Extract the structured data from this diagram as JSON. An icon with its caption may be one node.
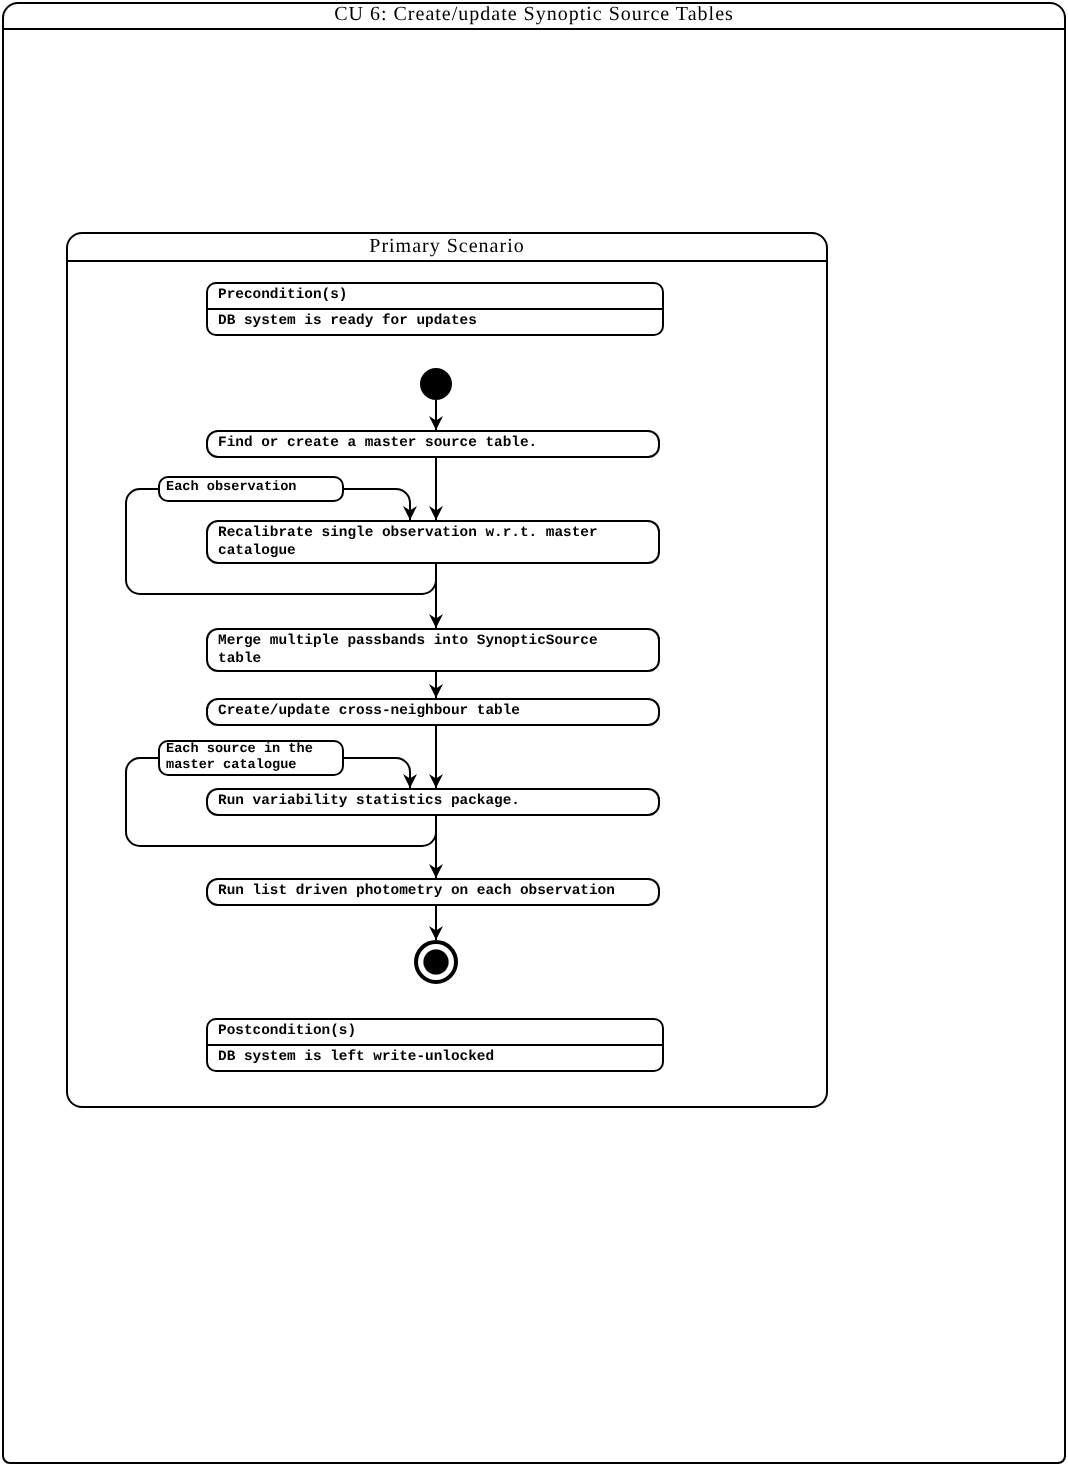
{
  "diagram": {
    "nodes": [
      {
        "text": [
          "CU 6: Create/update Synoptic Source Tables"
        ]
      },
      {
        "text": [
          "Primary Scenario"
        ],
        "in": 0
      },
      {
        "text": [
          "Precondition(s)",
          "DB system is ready for updates"
        ],
        "in": 1
      },
      {
        "text": [],
        "shape": "circle",
        "in": 1
      },
      {
        "text": [
          "Find or create a master source table."
        ],
        "in": 1
      },
      {
        "text": [
          "Each observation"
        ],
        "in": 1
      },
      {
        "text": [
          "Recalibrate single observation w.r.t. master catalogue"
        ],
        "in": 1
      },
      {
        "text": [
          "Merge multiple passbands into SynopticSource table"
        ],
        "in": 1
      },
      {
        "text": [
          "Create/update cross-neighbour table"
        ],
        "in": 1
      },
      {
        "text": [
          "Each source in the master catalogue"
        ],
        "in": 1
      },
      {
        "text": [
          "Run variability statistics package."
        ],
        "in": 1
      },
      {
        "text": [
          "Run list driven photometry on each observation"
        ],
        "in": 1
      },
      {
        "text": [],
        "shape": "circle",
        "in": 1
      },
      {
        "text": [
          "Postcondition(s)",
          "DB system is left write-unlocked"
        ],
        "in": 1
      }
    ],
    "edges": [
      {
        "from": 3,
        "to": 4,
        "arrow": "to"
      },
      {
        "from": 4,
        "to": 6,
        "arrow": "to"
      },
      {
        "from": 5,
        "to": 6,
        "arrow": "to"
      },
      {
        "from": 6,
        "to": 5,
        "arrow": "none"
      },
      {
        "from": 6,
        "to": 7,
        "arrow": "to"
      },
      {
        "from": 7,
        "to": 8,
        "arrow": "to"
      },
      {
        "from": 8,
        "to": 10,
        "arrow": "to"
      },
      {
        "from": 9,
        "to": 10,
        "arrow": "to"
      },
      {
        "from": 10,
        "to": 9,
        "arrow": "none"
      },
      {
        "from": 10,
        "to": 11,
        "arrow": "to"
      },
      {
        "from": 11,
        "to": 12,
        "arrow": "to"
      }
    ]
  }
}
